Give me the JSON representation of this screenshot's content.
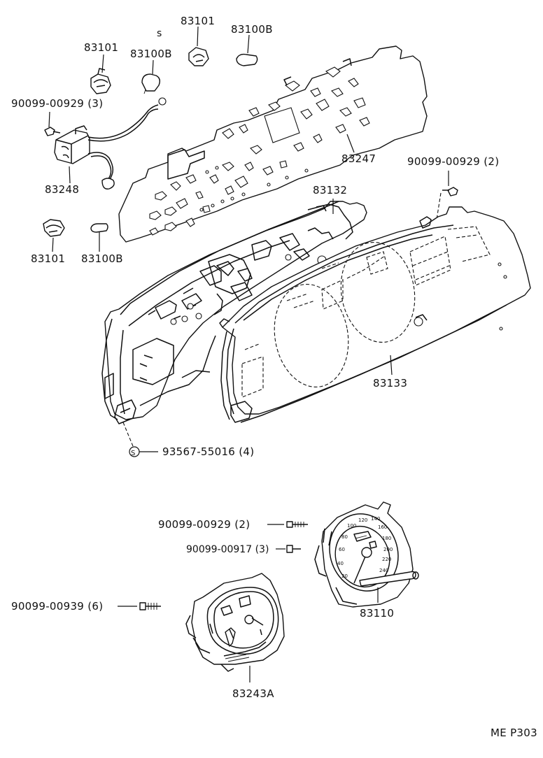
{
  "labels": {
    "clip_4_count": "83101",
    "clip_4_count_b": "83101",
    "clip_4_count_c": "83101",
    "bulb_a": "83100B",
    "bulb_b": "83100B",
    "bulb_c": "83100B",
    "screw_top_left": "90099-00929 (3)",
    "harness": "83248",
    "circuit_plate": "83247",
    "screw_top_right": "90099-00929 (2)",
    "case": "83132",
    "glass": "83133",
    "screw_s": "93567-55016 (4)",
    "s_mark": "S",
    "screw_mid_1": "90099-00929 (2)",
    "screw_mid_2": "90099-00917 (3)",
    "screw_left": "90099-00939 (6)",
    "speedometer": "83110",
    "fuel_gauge": "83243A",
    "page_code": "ME P303"
  },
  "icons": {
    "bulb_socket": "bulb-socket-icon",
    "bulb": "wedge-bulb-icon",
    "screw": "screw-icon",
    "speedometer": "speedometer-icon",
    "gauge": "fuel-temp-gauge-icon"
  }
}
